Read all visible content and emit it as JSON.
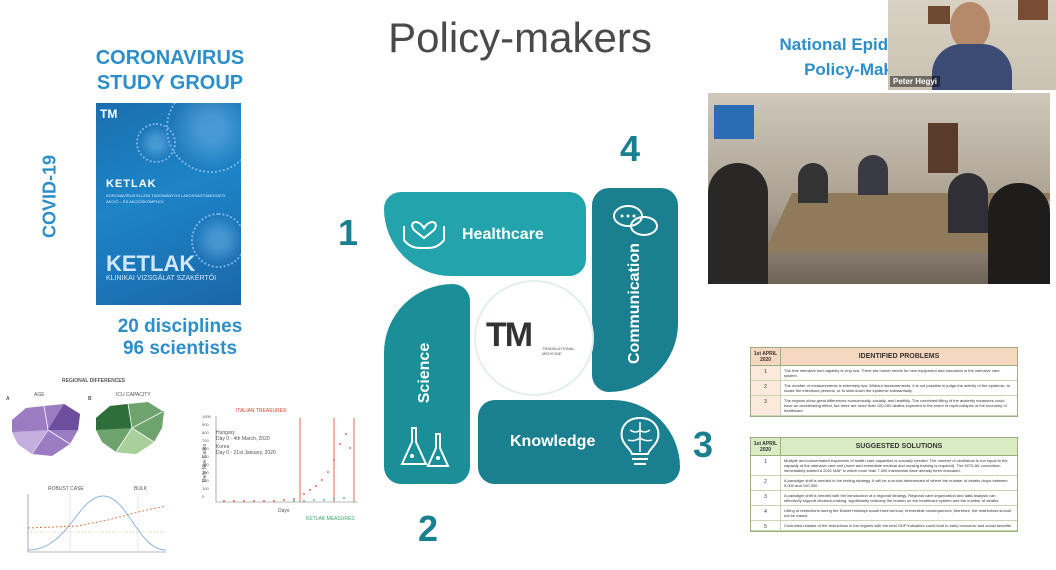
{
  "slide": {
    "title": "Policy-makers",
    "group_title": "CORONAVIRUS STUDY GROUP",
    "side_label": "COVID-19",
    "disciplines": "20 disciplines",
    "scientists": "96 scientists"
  },
  "book": {
    "logo": "TM",
    "title": "KETLAK",
    "subtitle": "KORONAVÍRUS ELLENI TUDOMÁNYOS LAKOSSÁGTÁMOGATÓ AKCIÓ – ÉS AKCIÓSKOMPLEX",
    "big_title": "KETLAK",
    "big_subtitle": "KLINIKAI VIZSGÁLAT SZAKÉRTŐI"
  },
  "diagram": {
    "numbers": [
      "1",
      "2",
      "3",
      "4"
    ],
    "petals": {
      "healthcare": "Healthcare",
      "science": "Science",
      "knowledge": "Knowledge",
      "communication": "Communication"
    },
    "center_logo": "TM",
    "center_sub": "TRANSLATIONAL MEDICINE"
  },
  "video": {
    "name": "Peter Hegyi",
    "heading_line1": "National Epiden",
    "heading_line2": "Policy-Makin"
  },
  "problems_table": {
    "year_header": "1st APRIL 2020",
    "title": "IDENTIFIED PROBLEMS",
    "rows": [
      {
        "n": "1",
        "text": "The free intensive bed capacity is very low. There are unmet needs for new equipment and education in the intensive care system."
      },
      {
        "n": "2",
        "text": "The number of measurements is extremely low. Without measurements, it is not possible to judge the activity of the epidemic, to locate the infectious persons, or to slow down the epidemic substantially."
      },
      {
        "n": "3",
        "text": "The regions show great differences economically, socially, and healthily. The combined lifting of the austerity measures could have an accelerating effect, but there are more than 100,000 deaths expected in the event of rapid collapse of the economy of healthcare."
      }
    ]
  },
  "solutions_table": {
    "year_header": "1st APRIL 2020",
    "title": "SUGGESTED SOLUTIONS",
    "rows": [
      {
        "n": "1",
        "text": "Multiple and concentrated expansion of health care capacities is crucially needed. The number of ventilators is not equal to the capacity of the intensive care unit (more and immediate medical and nursing training is required). The KETLAK consortium immediately started a 2021 MAF in which more than 7,000 intensivists have already been educated."
      },
      {
        "n": "2",
        "text": "A paradigm shift is needed in the testing strategy. It will be a crucial determinant of where the number of deaths drops between 5,000 and 100,000."
      },
      {
        "n": "3",
        "text": "A paradigm shift is needed with the introduction of a regional strategy. Regional care organization and data analysis can effectively support decision-making, significantly reducing the burden on the healthcare system and the number of deaths."
      },
      {
        "n": "4",
        "text": "Lifting of restrictions during the Easter Holidays would have serious, irreversible consequences, therefore, the restrictions should not be eased."
      },
      {
        "n": "5",
        "text": "Controlled release of the restrictions in the regions with the best GDP indicators could lead to early economic and social benefits."
      }
    ]
  },
  "figures": {
    "regional_title": "REGIONAL DIFFERENCES",
    "panel_a": "A",
    "panel_b": "B",
    "map_a_label": "AGE",
    "map_b_label": "ICU CAPACITY",
    "line_chart_title": "ROBUST CASE",
    "line_chart_title2": "BULK",
    "dot_chart_legend1": "Hungary",
    "dot_chart_legend2": "Day 0 - 4th March, 2020",
    "dot_chart_legend3": "Korea",
    "dot_chart_legend4": "Day 0 - 21st January, 2020",
    "dot_chart_xlabel": "Days",
    "dot_chart_ylabel": "Daily New Cases",
    "dot_chart_top_label": "ITALIAN TREASURES",
    "dot_chart_bottom_label": "KETLAK MEASURES",
    "y_ticks": [
      "1000",
      "900",
      "800",
      "700",
      "600",
      "500",
      "400",
      "300",
      "200",
      "100",
      "0"
    ]
  },
  "colors": {
    "teal": "#23a3ab",
    "teal_dark": "#1a7f8e",
    "blue_text": "#2e8ec9"
  }
}
